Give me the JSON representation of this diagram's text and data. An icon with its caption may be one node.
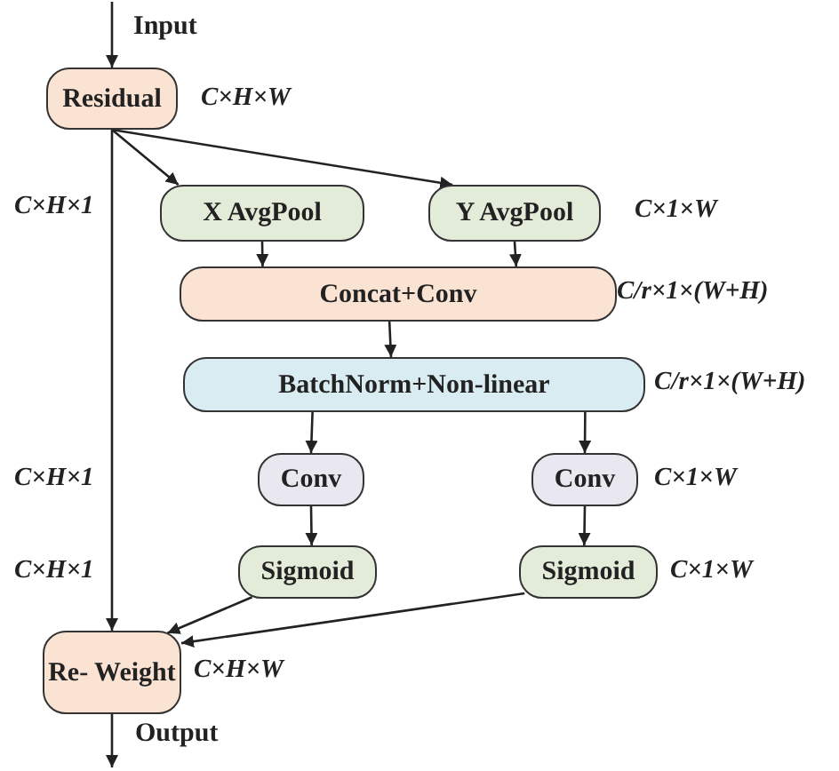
{
  "diagram": {
    "nodes": [
      {
        "text": [
          "Residual"
        ],
        "beside": [
          "C×H×W"
        ]
      },
      {
        "text": [
          "X AvgPool"
        ]
      },
      {
        "text": [
          "Y AvgPool"
        ],
        "beside": [
          "C×1×W"
        ]
      },
      {
        "text": [
          "Concat+Conv"
        ],
        "beside": [
          "C/r×1×(W+H)"
        ]
      },
      {
        "text": [
          "BatchNorm+Non-linear"
        ],
        "beside": [
          "C/r×1×(W+H)"
        ]
      },
      {
        "text": [
          "Conv"
        ]
      },
      {
        "text": [
          "Conv"
        ],
        "beside": [
          "C×1×W"
        ]
      },
      {
        "text": [
          "Sigmoid"
        ]
      },
      {
        "text": [
          "Sigmoid"
        ],
        "beside": [
          "C×1×W"
        ]
      },
      {
        "text": [
          "Re- Weight"
        ],
        "beside": [
          "C×H×W"
        ]
      }
    ],
    "edges": [
      {
        "from": null,
        "to": 0,
        "arrow": "to",
        "label": "Input"
      },
      {
        "from": 0,
        "to": 1,
        "arrow": "to"
      },
      {
        "from": 0,
        "to": 2,
        "arrow": "to"
      },
      {
        "from": 1,
        "to": 3,
        "arrow": "to"
      },
      {
        "from": 2,
        "to": 3,
        "arrow": "to"
      },
      {
        "from": 3,
        "to": 4,
        "arrow": "to"
      },
      {
        "from": 4,
        "to": 5,
        "arrow": "to"
      },
      {
        "from": 4,
        "to": 6,
        "arrow": "to"
      },
      {
        "from": 5,
        "to": 7,
        "arrow": "to"
      },
      {
        "from": 6,
        "to": 8,
        "arrow": "to"
      },
      {
        "from": 0,
        "to": 9,
        "arrow": "to"
      },
      {
        "from": 7,
        "to": 9,
        "arrow": "to"
      },
      {
        "from": 8,
        "to": 9,
        "arrow": "to"
      },
      {
        "from": 9,
        "to": null,
        "arrow": "to",
        "label": "Output"
      }
    ],
    "labels": [
      "C×H×1",
      "C×H×1",
      "C×H×1"
    ]
  }
}
